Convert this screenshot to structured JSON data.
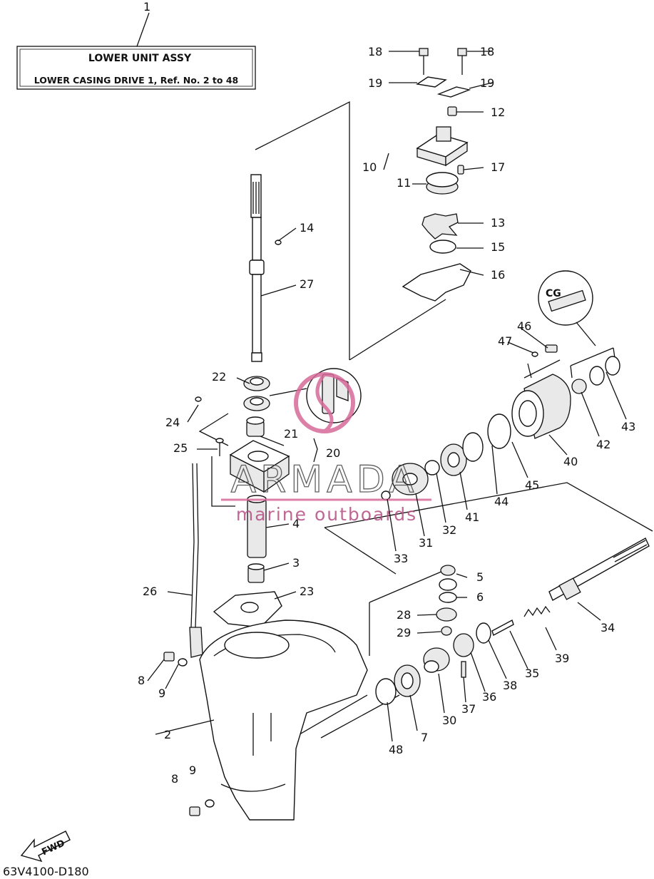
{
  "title_box": {
    "ref": "1",
    "title": "LOWER UNIT ASSY",
    "subtitle": "LOWER CASING DRIVE 1, Ref. No. 2 to 48"
  },
  "diagram_code": "63V4100-D180",
  "watermark": {
    "brand": "ARMADA",
    "tagline": "marine outboards",
    "color": "#d66a9a"
  },
  "fwd_label": "FWD",
  "grease_symbol": "CG",
  "callouts": [
    "2",
    "3",
    "4",
    "5",
    "6",
    "7",
    "8",
    "9",
    "10",
    "11",
    "12",
    "13",
    "14",
    "15",
    "16",
    "17",
    "18",
    "19",
    "20",
    "21",
    "22",
    "23",
    "24",
    "25",
    "26",
    "27",
    "28",
    "29",
    "30",
    "31",
    "32",
    "33",
    "34",
    "35",
    "36",
    "37",
    "38",
    "39",
    "40",
    "41",
    "42",
    "43",
    "44",
    "45",
    "46",
    "47",
    "48"
  ]
}
